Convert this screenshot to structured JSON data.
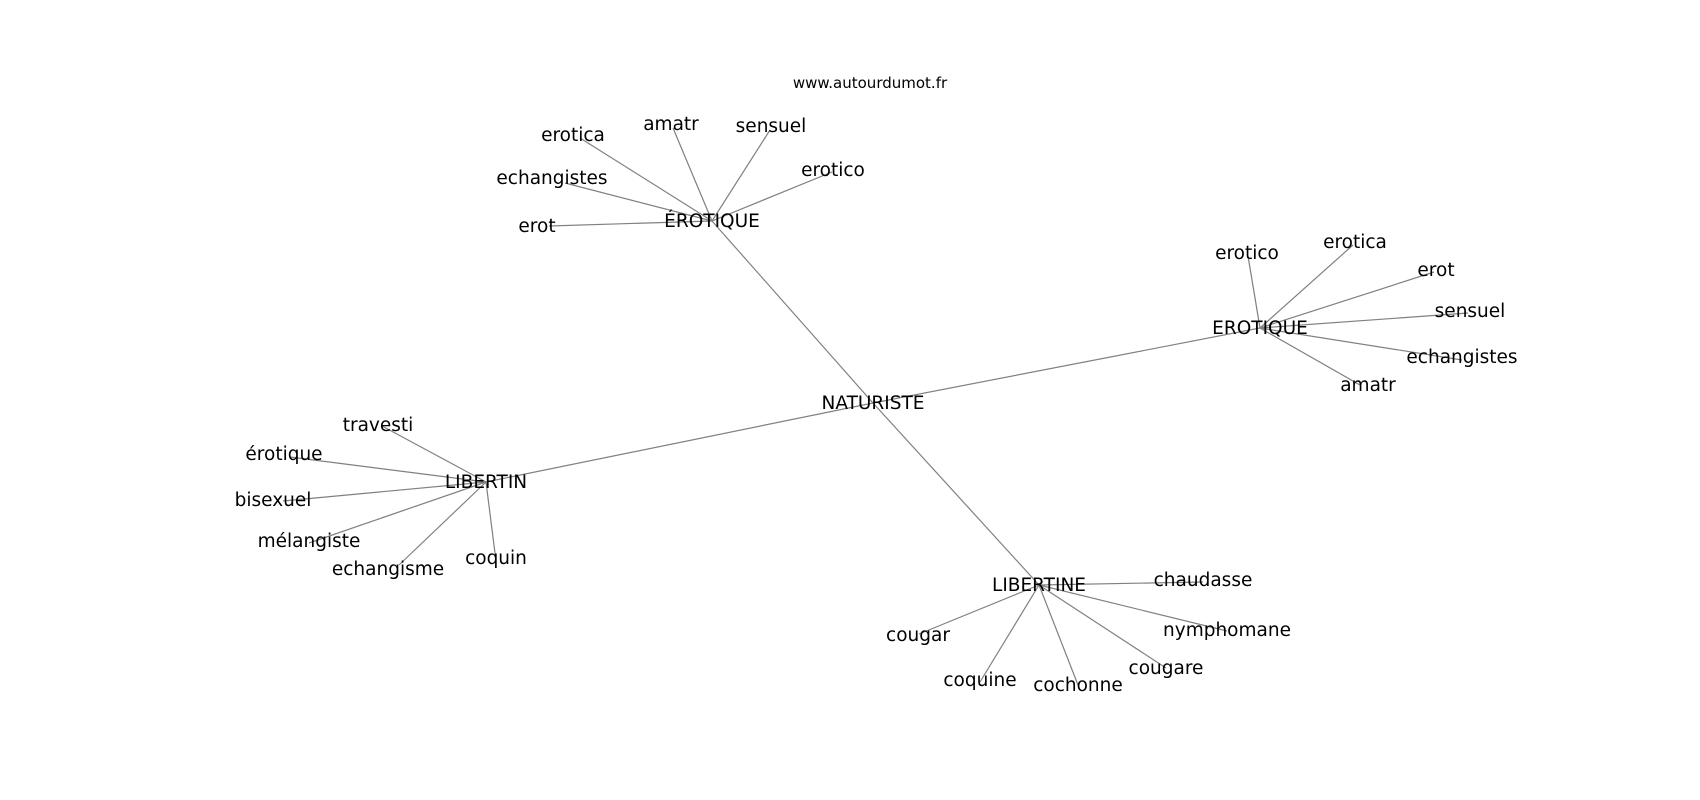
{
  "header": {
    "site": "www.autourdumot.fr"
  },
  "graph": {
    "root": {
      "id": "naturiste",
      "label": "NATURISTE"
    },
    "clusters": [
      {
        "id": "erotique-accent",
        "label": "ÉROTIQUE",
        "leaves": [
          "erotica",
          "amatr",
          "sensuel",
          "erotico",
          "echangistes",
          "erot"
        ]
      },
      {
        "id": "erotique-caps",
        "label": "EROTIQUE",
        "leaves": [
          "erotico",
          "erotica",
          "erot",
          "sensuel",
          "echangistes",
          "amatr"
        ]
      },
      {
        "id": "libertin",
        "label": "LIBERTIN",
        "leaves": [
          "travesti",
          "érotique",
          "bisexuel",
          "mélangiste",
          "echangisme",
          "coquin"
        ]
      },
      {
        "id": "libertine",
        "label": "LIBERTINE",
        "leaves": [
          "chaudasse",
          "nymphomane",
          "cougar",
          "coquine",
          "cochonne",
          "cougare"
        ]
      }
    ]
  }
}
